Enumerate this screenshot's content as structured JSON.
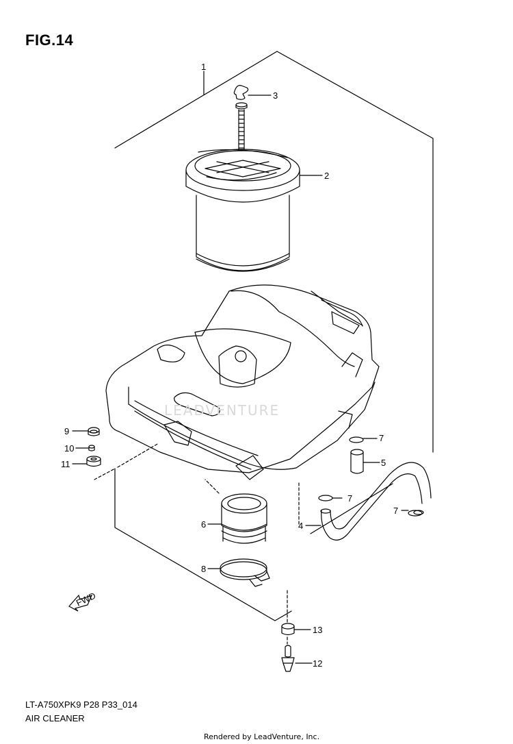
{
  "figure": {
    "title": "FIG.14",
    "model_code": "LT-A750XPK9 P28 P33_014",
    "section_name": "AIR CLEANER",
    "footer": "Rendered by LeadVenture, Inc.",
    "watermark": "LEADVENTURE",
    "fwd_label": "FWD"
  },
  "callouts": [
    {
      "ref": "1"
    },
    {
      "ref": "2"
    },
    {
      "ref": "3"
    },
    {
      "ref": "4"
    },
    {
      "ref": "5"
    },
    {
      "ref": "6"
    },
    {
      "ref": "7"
    },
    {
      "ref": "8"
    },
    {
      "ref": "9"
    },
    {
      "ref": "10"
    },
    {
      "ref": "11"
    },
    {
      "ref": "12"
    },
    {
      "ref": "13"
    }
  ],
  "colors": {
    "line": "#000000",
    "background": "#ffffff",
    "watermark": "#d9d9d9"
  }
}
